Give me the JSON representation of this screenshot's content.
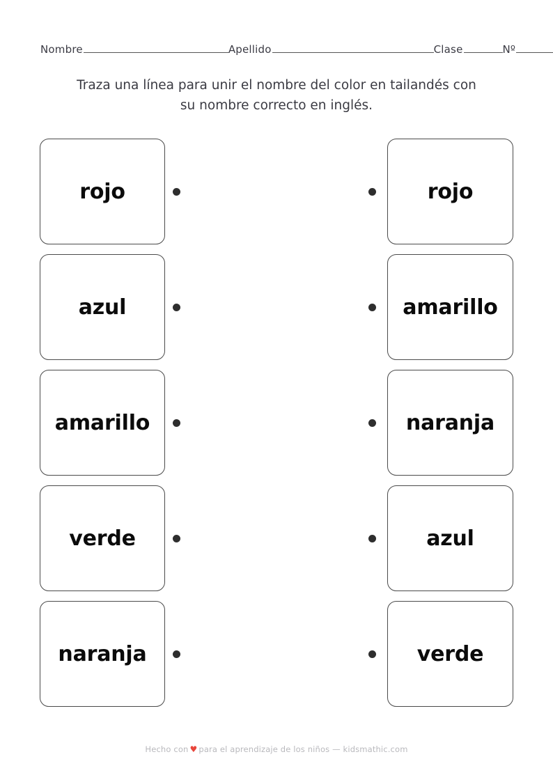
{
  "header": {
    "fields": [
      {
        "label": "Nombre",
        "rule": "long"
      },
      {
        "label": "Apellido",
        "rule": "long2"
      },
      {
        "label": "Clase",
        "rule": "short"
      },
      {
        "label": "Nº",
        "rule": "short2"
      }
    ]
  },
  "instruction": {
    "text": "Traza una línea para unir el nombre del color en tailandés con su nombre correcto en inglés."
  },
  "exercise": {
    "left_column": [
      {
        "word": "rojo"
      },
      {
        "word": "azul"
      },
      {
        "word": "amarillo"
      },
      {
        "word": "verde"
      },
      {
        "word": "naranja"
      }
    ],
    "right_column": [
      {
        "word": "rojo"
      },
      {
        "word": "amarillo"
      },
      {
        "word": "naranja"
      },
      {
        "word": "azul"
      },
      {
        "word": "verde"
      }
    ]
  },
  "footer": {
    "text_before": "Hecho con",
    "heart": "♥",
    "text_after": "para el aprendizaje de los niños — kidsmathic.com"
  },
  "colors": {
    "card_border": "#4a4a4a",
    "dot": "#2e2e2e",
    "word_text": "#0b0b0b",
    "instruction_text": "#3a3a42",
    "footer_text": "#b9b9bd",
    "heart": "#e8453b",
    "page_background": "#ffffff"
  }
}
